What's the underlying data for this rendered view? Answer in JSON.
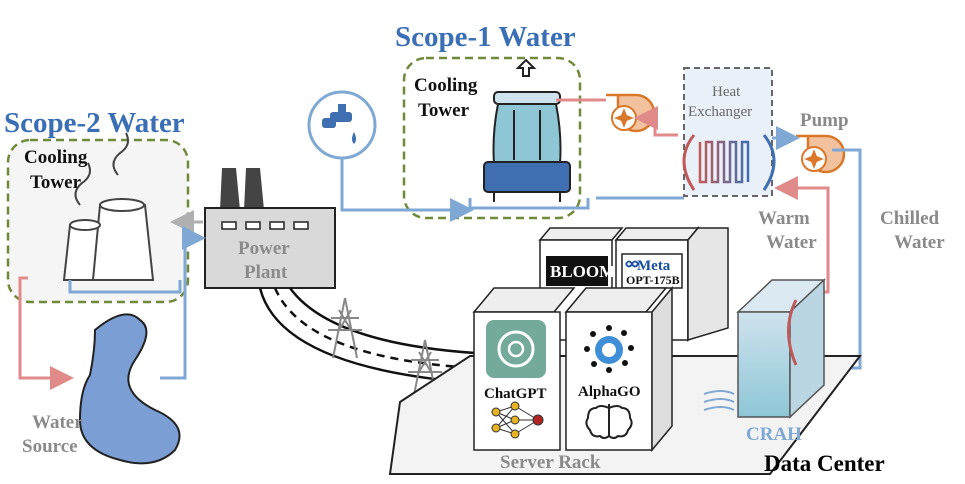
{
  "scope1": {
    "title": "Scope-1 Water",
    "cooling_tower_label_1": "Cooling",
    "cooling_tower_label_2": "Tower"
  },
  "scope2": {
    "title": "Scope-2 Water",
    "cooling_tower_label_1": "Cooling",
    "cooling_tower_label_2": "Tower"
  },
  "power_plant": {
    "label_1": "Power",
    "label_2": "Plant"
  },
  "water_source": {
    "label_1": "Water",
    "label_2": "Source"
  },
  "heat_exchanger": {
    "label_1": "Heat",
    "label_2": "Exchanger"
  },
  "pump": {
    "label": "Pump"
  },
  "warm_water": {
    "label_1": "Warm",
    "label_2": "Water"
  },
  "chilled_water": {
    "label_1": "Chilled",
    "label_2": "Water"
  },
  "server_rack": {
    "label": "Server Rack"
  },
  "data_center": {
    "label": "Data Center"
  },
  "crah": {
    "label": "CRAH"
  },
  "models": {
    "chatgpt": "ChatGPT",
    "alphago": "AlphaGO",
    "bloom": "BLOOM",
    "meta_brand": "Meta",
    "meta_model": "OPT-175B"
  },
  "colors": {
    "scope_title": "#3a6fb5",
    "warm_pipe": "#e08a8a",
    "cold_pipe": "#7fa9d4",
    "dashed_frame": "#6f8a3a",
    "pump_fill": "#d9782a",
    "water_body": "#7b9fd4"
  }
}
